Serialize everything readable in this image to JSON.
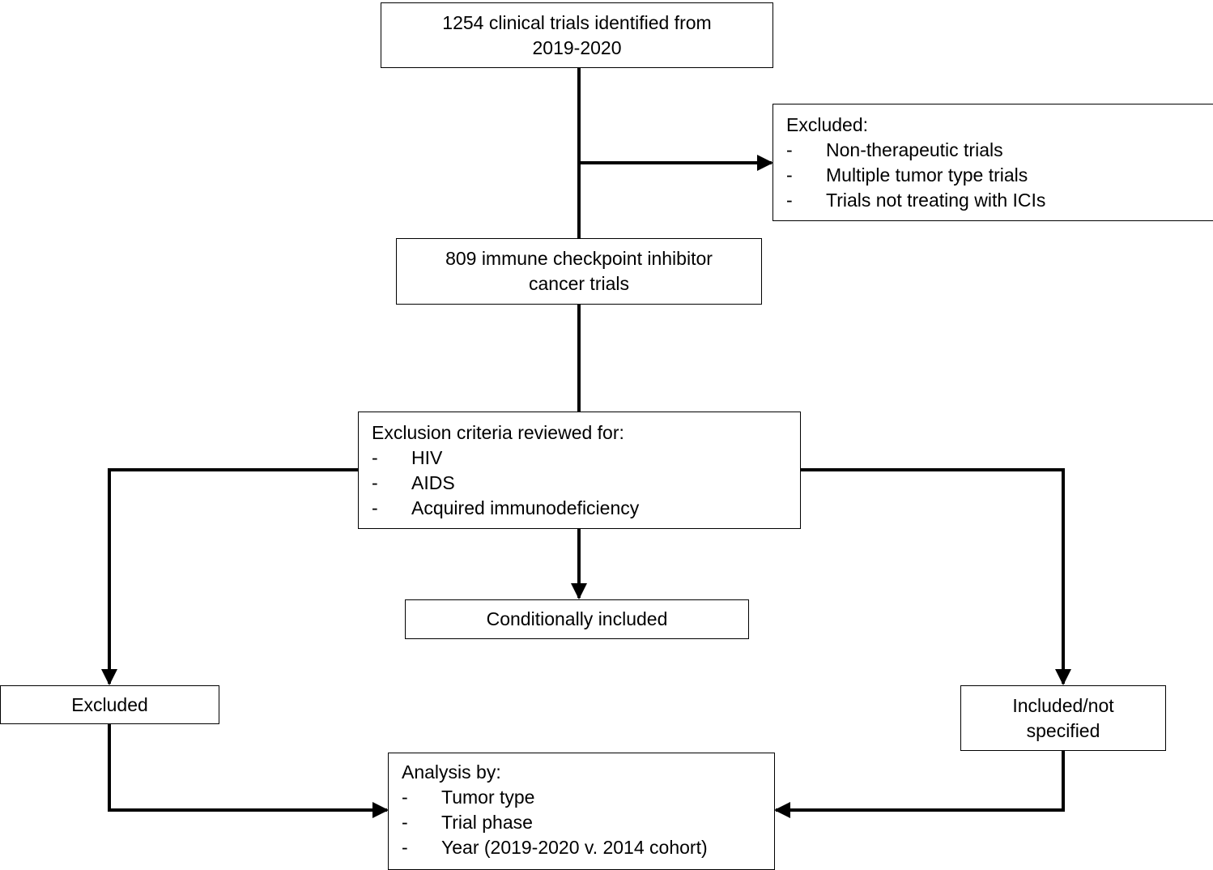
{
  "nodes": {
    "identified": {
      "lines": [
        "1254 clinical trials identified from",
        "2019-2020"
      ]
    },
    "excluded_first": {
      "heading": "Excluded:",
      "items": [
        "Non-therapeutic trials",
        "Multiple tumor type trials",
        "Trials not treating with ICIs"
      ]
    },
    "ici_trials": {
      "lines": [
        "809 immune checkpoint inhibitor",
        "cancer trials"
      ]
    },
    "exclusion_review": {
      "heading": "Exclusion criteria reviewed for:",
      "items": [
        "HIV",
        "AIDS",
        "Acquired immunodeficiency"
      ]
    },
    "conditionally_included": {
      "label": "Conditionally included"
    },
    "excluded_second": {
      "label": "Excluded"
    },
    "included_not_specified": {
      "lines": [
        "Included/not",
        "specified"
      ]
    },
    "analysis": {
      "heading": "Analysis by:",
      "items": [
        "Tumor type",
        "Trial phase",
        "Year (2019-2020 v. 2014 cohort)"
      ]
    }
  },
  "bullet": "-",
  "colors": {
    "line": "#000000",
    "box_border": "#000000",
    "background": "#ffffff"
  }
}
